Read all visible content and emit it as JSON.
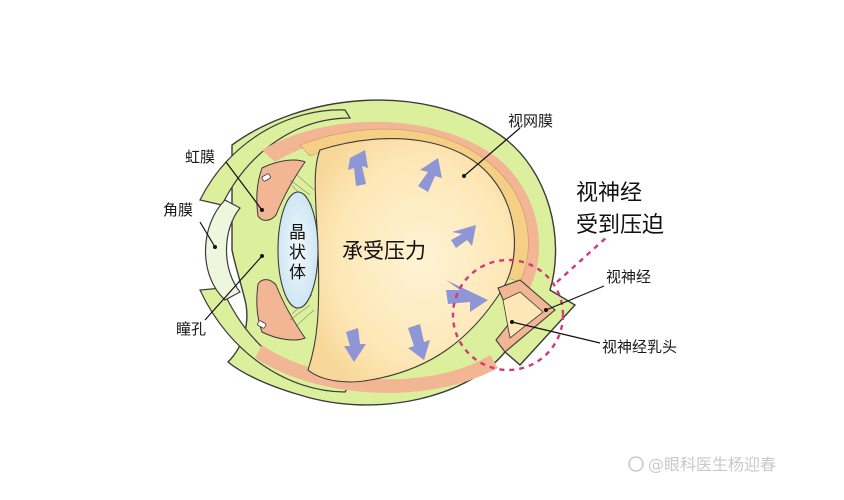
{
  "labels": {
    "iris": "虹膜",
    "cornea": "角膜",
    "pupil": "瞳孔",
    "lens": [
      "晶",
      "状",
      "体"
    ],
    "center": "承受压力",
    "retina": "视网膜",
    "callout": [
      "视神经",
      "受到压迫"
    ],
    "optic_nerve": "视神经",
    "optic_disc": "视神经乳头"
  },
  "watermark": "@眼科医生杨迎春",
  "colors": {
    "sclera": "#dcef9d",
    "choroid": "#f2b694",
    "retina_band": "#f5cf86",
    "vitreous": "#fde7b6",
    "lens_fill": "#d6ecf6",
    "arrow": "#8e96d6",
    "dashed_circle": "#d2387b",
    "cornea": "#eef6de"
  },
  "icons": {
    "watermark_logo": "at-sign-icon"
  }
}
